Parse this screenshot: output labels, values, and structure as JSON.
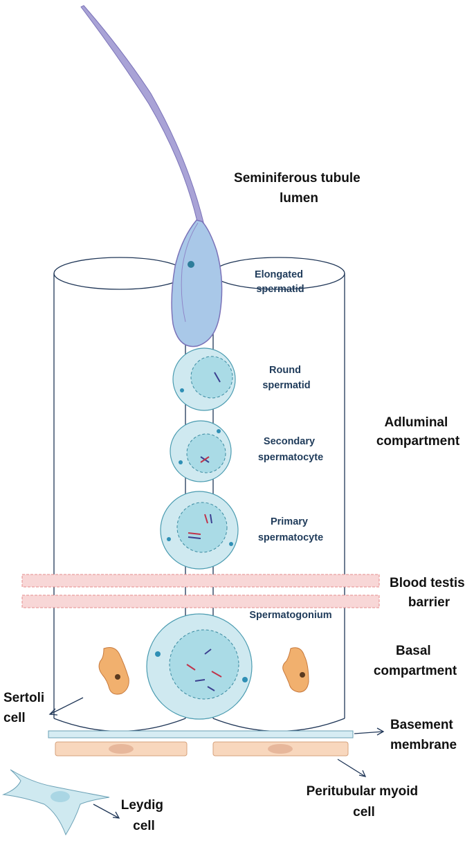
{
  "labels": {
    "lumen": [
      "Seminiferous tubule",
      "lumen"
    ],
    "elongated_spermatid": [
      "Elongated",
      "spermatid"
    ],
    "round_spermatid": [
      "Round",
      "spermatid"
    ],
    "secondary_spermatocyte": [
      "Secondary",
      "spermatocyte"
    ],
    "primary_spermatocyte": [
      "Primary",
      "spermatocyte"
    ],
    "spermatogonium": [
      "Spermatogonium"
    ],
    "adluminal_compartment": [
      "Adluminal",
      "compartment"
    ],
    "blood_testis_barrier": [
      "Blood testis",
      "barrier"
    ],
    "basal_compartment": [
      "Basal",
      "compartment"
    ],
    "sertoli_cell": [
      "Sertoli",
      "cell"
    ],
    "basement_membrane": [
      "Basement",
      "membrane"
    ],
    "peritubular_myoid_cell": [
      "Peritubular myoid",
      "cell"
    ],
    "leydig_cell": [
      "Leydig",
      "cell"
    ]
  },
  "colors": {
    "outline": "#1e3556",
    "cell_fill": "#cfe9f0",
    "cell_stroke": "#4a9bb0",
    "sperm_fill": "#a9a3d6",
    "barrier_fill": "#f8d7d7",
    "barrier_stroke": "#e48c8c",
    "membrane_fill": "#d6ecf3",
    "myoid_fill": "#f8d7bd",
    "sertoli_fill": "#f1b06e"
  }
}
